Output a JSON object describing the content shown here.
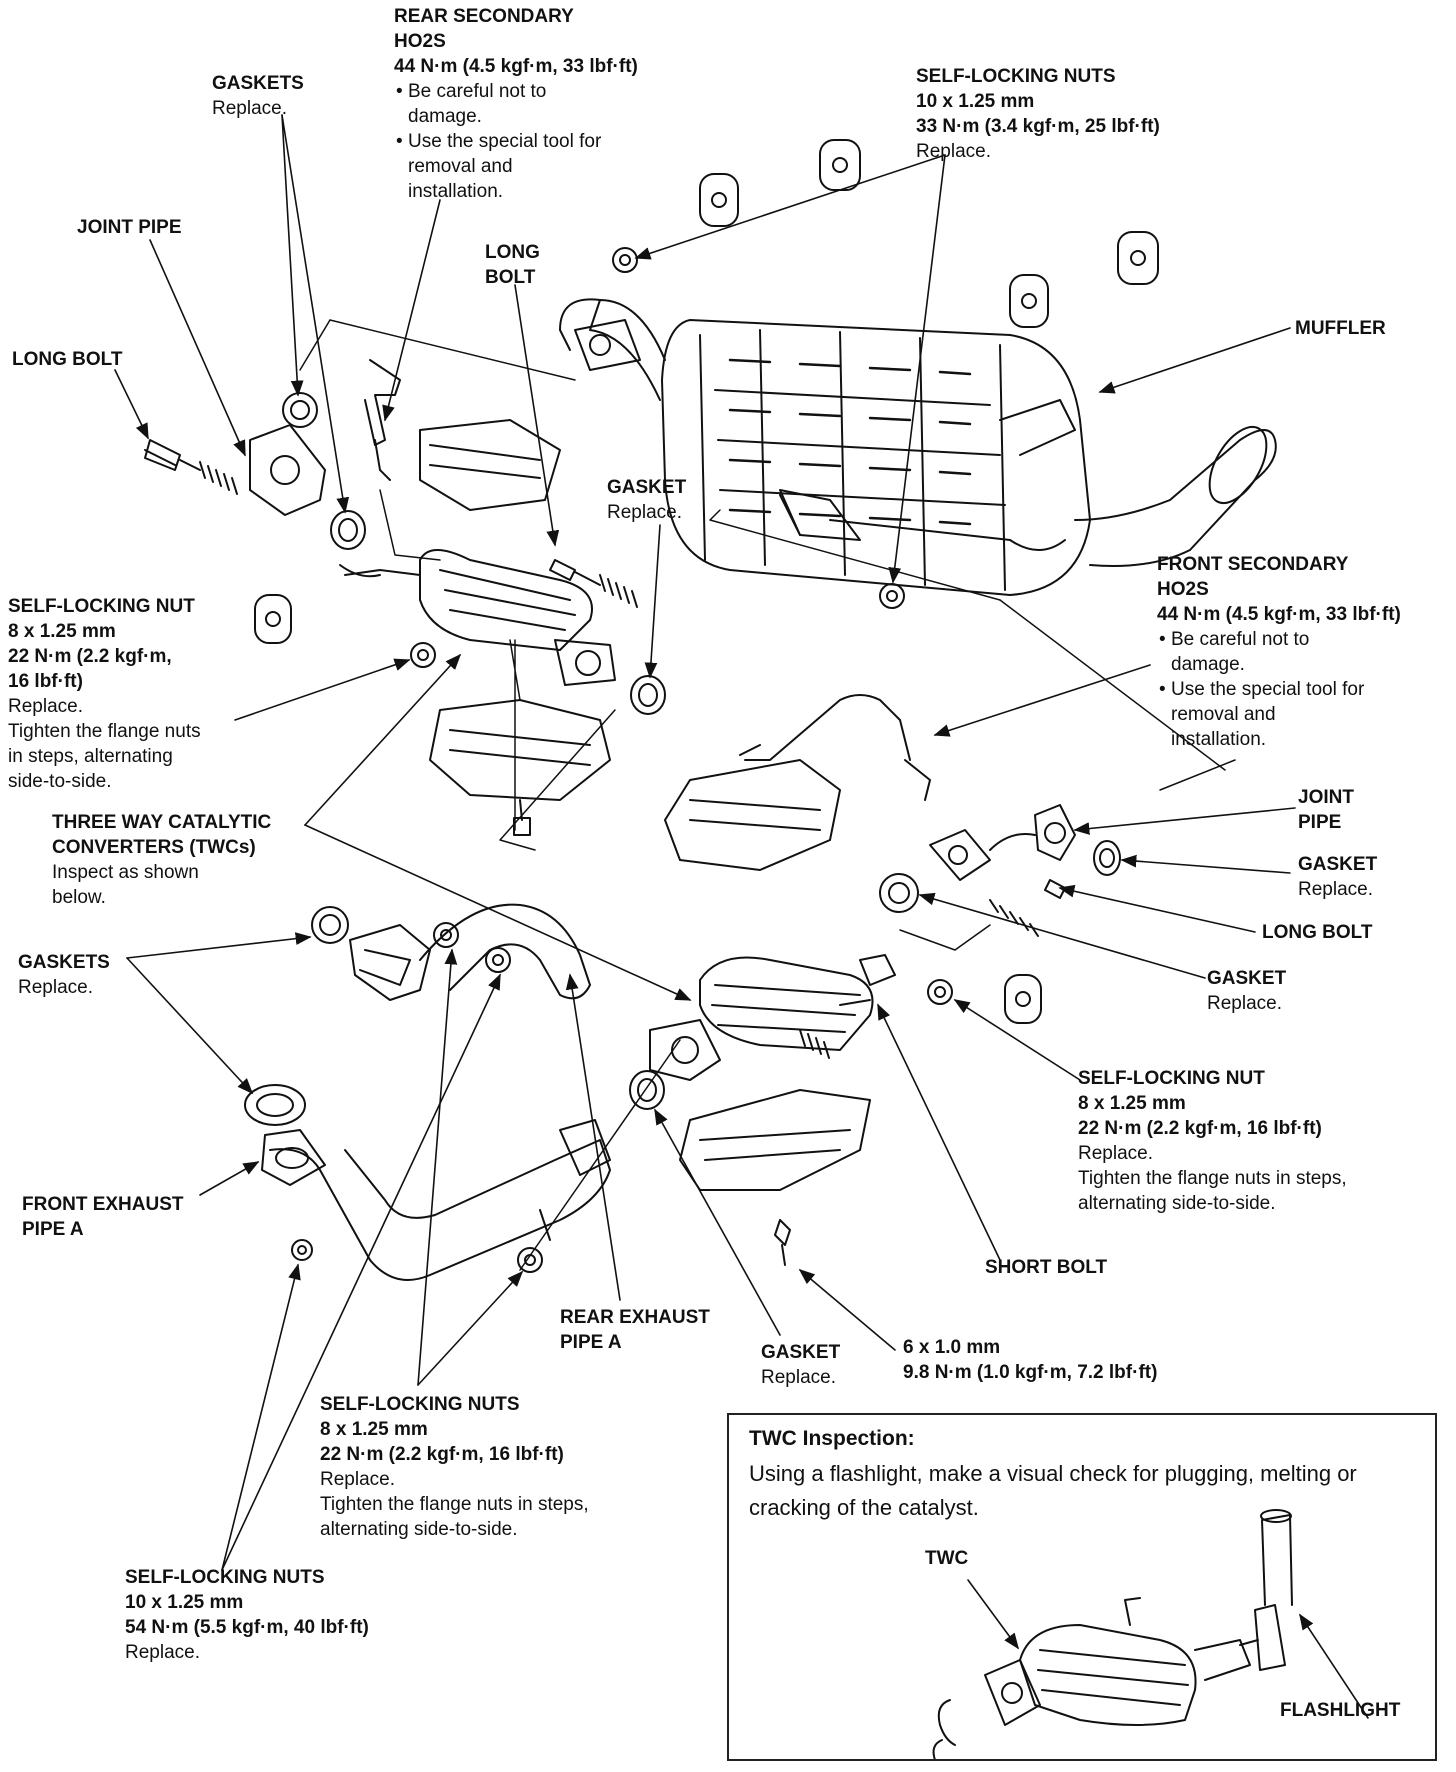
{
  "labels": {
    "rear_secondary_ho2s": {
      "title_lines": [
        "REAR SECONDARY",
        "HO2S"
      ],
      "spec": "44 N·m (4.5 kgf·m, 33 lbf·ft)",
      "bullets": [
        "Be careful not to damage.",
        "Use the special tool for removal and installation."
      ]
    },
    "gaskets_top": {
      "title": "GASKETS",
      "note": "Replace."
    },
    "joint_pipe_left": {
      "title": "JOINT PIPE"
    },
    "long_bolt_left": {
      "title": "LONG BOLT"
    },
    "long_bolt_upper": {
      "title_lines": [
        "LONG",
        "BOLT"
      ]
    },
    "self_locking_nuts_top": {
      "title": "SELF-LOCKING NUTS",
      "size": "10 x 1.25 mm",
      "spec": "33 N·m (3.4 kgf·m, 25 lbf·ft)",
      "note": "Replace."
    },
    "muffler": {
      "title": "MUFFLER"
    },
    "gasket_mid": {
      "title": "GASKET",
      "note": "Replace."
    },
    "self_locking_nut_left": {
      "title": "SELF-LOCKING NUT",
      "size": "8 x 1.25 mm",
      "spec_lines": [
        "22 N·m (2.2 kgf·m,",
        "16 lbf·ft)"
      ],
      "note": "Replace.",
      "instruction_lines": [
        "Tighten the flange nuts",
        "in steps, alternating",
        "side-to-side."
      ]
    },
    "front_secondary_ho2s": {
      "title_lines": [
        "FRONT SECONDARY",
        "HO2S"
      ],
      "spec": "44 N·m (4.5 kgf·m, 33 lbf·ft)",
      "bullets": [
        "Be careful not to damage.",
        "Use the special tool for removal and installation."
      ]
    },
    "twc": {
      "title_lines": [
        "THREE WAY CATALYTIC",
        "CONVERTERS (TWCs)"
      ],
      "note_lines": [
        "Inspect as shown",
        "below."
      ]
    },
    "joint_pipe_right": {
      "title_lines": [
        "JOINT",
        "PIPE"
      ]
    },
    "gasket_right_top": {
      "title": "GASKET",
      "note": "Replace."
    },
    "long_bolt_right": {
      "title": "LONG BOLT"
    },
    "gasket_right_mid": {
      "title": "GASKET",
      "note": "Replace."
    },
    "gaskets_left": {
      "title": "GASKETS",
      "note": "Replace."
    },
    "self_locking_nut_right": {
      "title": "SELF-LOCKING NUT",
      "size": "8 x 1.25 mm",
      "spec": "22 N·m (2.2 kgf·m, 16 lbf·ft)",
      "note": "Replace.",
      "instruction_lines": [
        "Tighten the flange nuts in steps,",
        "alternating side-to-side."
      ]
    },
    "front_exhaust_pipe": {
      "title_lines": [
        "FRONT EXHAUST",
        "PIPE A"
      ]
    },
    "short_bolt": {
      "title": "SHORT BOLT"
    },
    "rear_exhaust_pipe": {
      "title_lines": [
        "REAR EXHAUST",
        "PIPE A"
      ]
    },
    "gasket_bottom": {
      "title": "GASKET",
      "note": "Replace."
    },
    "bolt_6x1": {
      "size": "6 x 1.0 mm",
      "spec": "9.8 N·m (1.0 kgf·m, 7.2 lbf·ft)"
    },
    "self_locking_nuts_mid": {
      "title": "SELF-LOCKING NUTS",
      "size": "8 x 1.25 mm",
      "spec": "22 N·m (2.2 kgf·m, 16 lbf·ft)",
      "note": "Replace.",
      "instruction_lines": [
        "Tighten the flange nuts in steps,",
        "alternating side-to-side."
      ]
    },
    "self_locking_nuts_bottom": {
      "title": "SELF-LOCKING NUTS",
      "size": "10 x 1.25 mm",
      "spec": "54 N·m (5.5 kgf·m, 40 lbf·ft)",
      "note": "Replace."
    }
  },
  "inspection": {
    "title": "TWC Inspection:",
    "text": "Using a flashlight, make a visual check for plugging, melting or cracking of the catalyst.",
    "twc_label": "TWC",
    "flashlight_label": "FLASHLIGHT"
  }
}
